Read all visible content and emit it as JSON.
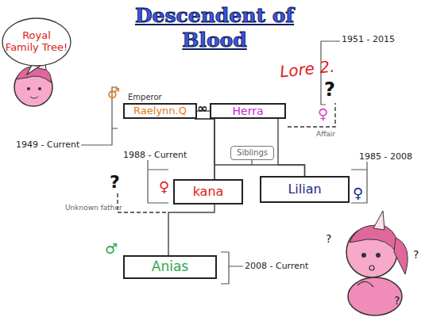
{
  "diagram": {
    "title": "Descendent of Blood",
    "nodes": [
      {
        "text": [
          "Royal Family Tree!"
        ]
      },
      {
        "text": [
          "Emperor",
          "Raelynn.Q"
        ]
      },
      {
        "text": [
          "Herra"
        ]
      },
      {
        "text": [
          "Siblings"
        ]
      },
      {
        "text": [
          "kana"
        ]
      },
      {
        "text": [
          "Lilian"
        ]
      },
      {
        "text": [
          "Anias"
        ]
      }
    ],
    "edges": [
      {
        "from": 1,
        "to": 2,
        "arrow": "none"
      },
      {
        "from": 1,
        "to": 4,
        "arrow": "none"
      },
      {
        "from": 1,
        "to": 5,
        "arrow": "none"
      },
      {
        "from": 2,
        "to": 4,
        "arrow": "none"
      },
      {
        "from": 2,
        "to": 5,
        "arrow": "none"
      },
      {
        "from": 4,
        "to": 6,
        "arrow": "none"
      }
    ],
    "labels": [
      "Lore 2.",
      "1951 - 2015",
      "?",
      "Affair",
      "1949 - Current",
      "1988 - Current",
      "1985 - 2008",
      "?",
      "Unknown father",
      "2008 - Current",
      "?",
      "?",
      "?",
      "♂",
      "♀",
      "♀",
      "♀",
      "♂",
      "∞"
    ]
  }
}
